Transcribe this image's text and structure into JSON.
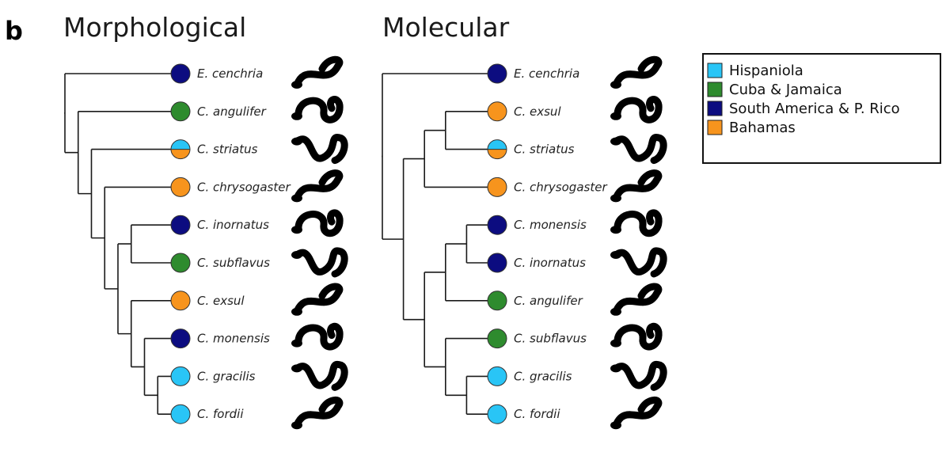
{
  "panel_label": "b",
  "colors": {
    "hispaniola": "#29c5f6",
    "cuba_jamaica": "#2e8b2e",
    "south_america_prico": "#0c0c80",
    "bahamas": "#f7941d"
  },
  "legend": [
    {
      "label": "Hispaniola",
      "color": "#29c5f6"
    },
    {
      "label": "Cuba & Jamaica",
      "color": "#2e8b2e"
    },
    {
      "label": "South America & P. Rico",
      "color": "#0c0c80"
    },
    {
      "label": "Bahamas",
      "color": "#f7941d"
    }
  ],
  "trees": [
    {
      "title": "Morphological",
      "tips": [
        {
          "name": "E. cenchria",
          "region": "south_america_prico"
        },
        {
          "name": "C. angulifer",
          "region": "cuba_jamaica"
        },
        {
          "name": "C. striatus",
          "region": "hispaniola",
          "region2": "bahamas"
        },
        {
          "name": "C. chrysogaster",
          "region": "bahamas"
        },
        {
          "name": "C. inornatus",
          "region": "south_america_prico"
        },
        {
          "name": "C. subflavus",
          "region": "cuba_jamaica"
        },
        {
          "name": "C. exsul",
          "region": "bahamas"
        },
        {
          "name": "C. monensis",
          "region": "south_america_prico"
        },
        {
          "name": "C. gracilis",
          "region": "hispaniola"
        },
        {
          "name": "C. fordii",
          "region": "hispaniola"
        }
      ],
      "topology": [
        0,
        [
          1,
          [
            2,
            [
              3,
              [
                [
                  4,
                  5
                ],
                [
                  6,
                  [
                    7,
                    [
                      8,
                      9
                    ]
                  ]
                ]
              ]
            ]
          ]
        ]
      ]
    },
    {
      "title": "Molecular",
      "tips": [
        {
          "name": "E. cenchria",
          "region": "south_america_prico"
        },
        {
          "name": "C. exsul",
          "region": "bahamas"
        },
        {
          "name": "C. striatus",
          "region": "hispaniola",
          "region2": "bahamas"
        },
        {
          "name": "C. chrysogaster",
          "region": "bahamas"
        },
        {
          "name": "C. monensis",
          "region": "south_america_prico"
        },
        {
          "name": "C. inornatus",
          "region": "south_america_prico"
        },
        {
          "name": "C. angulifer",
          "region": "cuba_jamaica"
        },
        {
          "name": "C. subflavus",
          "region": "cuba_jamaica"
        },
        {
          "name": "C. gracilis",
          "region": "hispaniola"
        },
        {
          "name": "C. fordii",
          "region": "hispaniola"
        }
      ],
      "topology": [
        0,
        [
          [
            [
              1,
              2
            ],
            3
          ],
          [
            [
              [
                4,
                5
              ],
              6
            ],
            [
              7,
              [
                8,
                9
              ]
            ]
          ]
        ]
      ]
    }
  ]
}
